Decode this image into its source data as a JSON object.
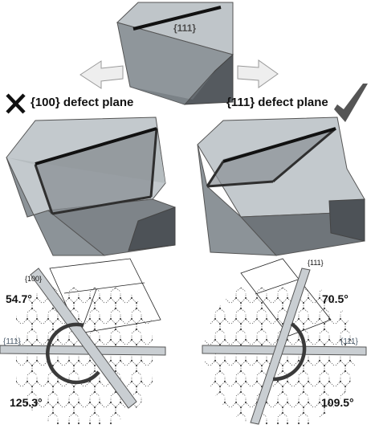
{
  "top_crystal": {
    "face_label": "{111}"
  },
  "left": {
    "title": "{100} defect plane",
    "status_icon": "cross-icon",
    "lattice": {
      "plane_label_top": "{100}",
      "plane_label_side": "{111}",
      "angle_acute": "54.7°",
      "angle_obtuse": "125.3°"
    }
  },
  "right": {
    "title": "{111} defect plane",
    "status_icon": "checkmark-icon",
    "lattice": {
      "plane_label_top": "{111}",
      "plane_label_side": "{111}",
      "angle_acute": "70.5°",
      "angle_obtuse": "109.5°"
    }
  },
  "colors": {
    "face_light": "#c9ced2",
    "face_mid": "#9aa0a4",
    "face_dark": "#5f6368",
    "edge": "#2e2e2e",
    "defect_line": "#111111",
    "arrow": "#eeeeee",
    "check": "#555555"
  }
}
